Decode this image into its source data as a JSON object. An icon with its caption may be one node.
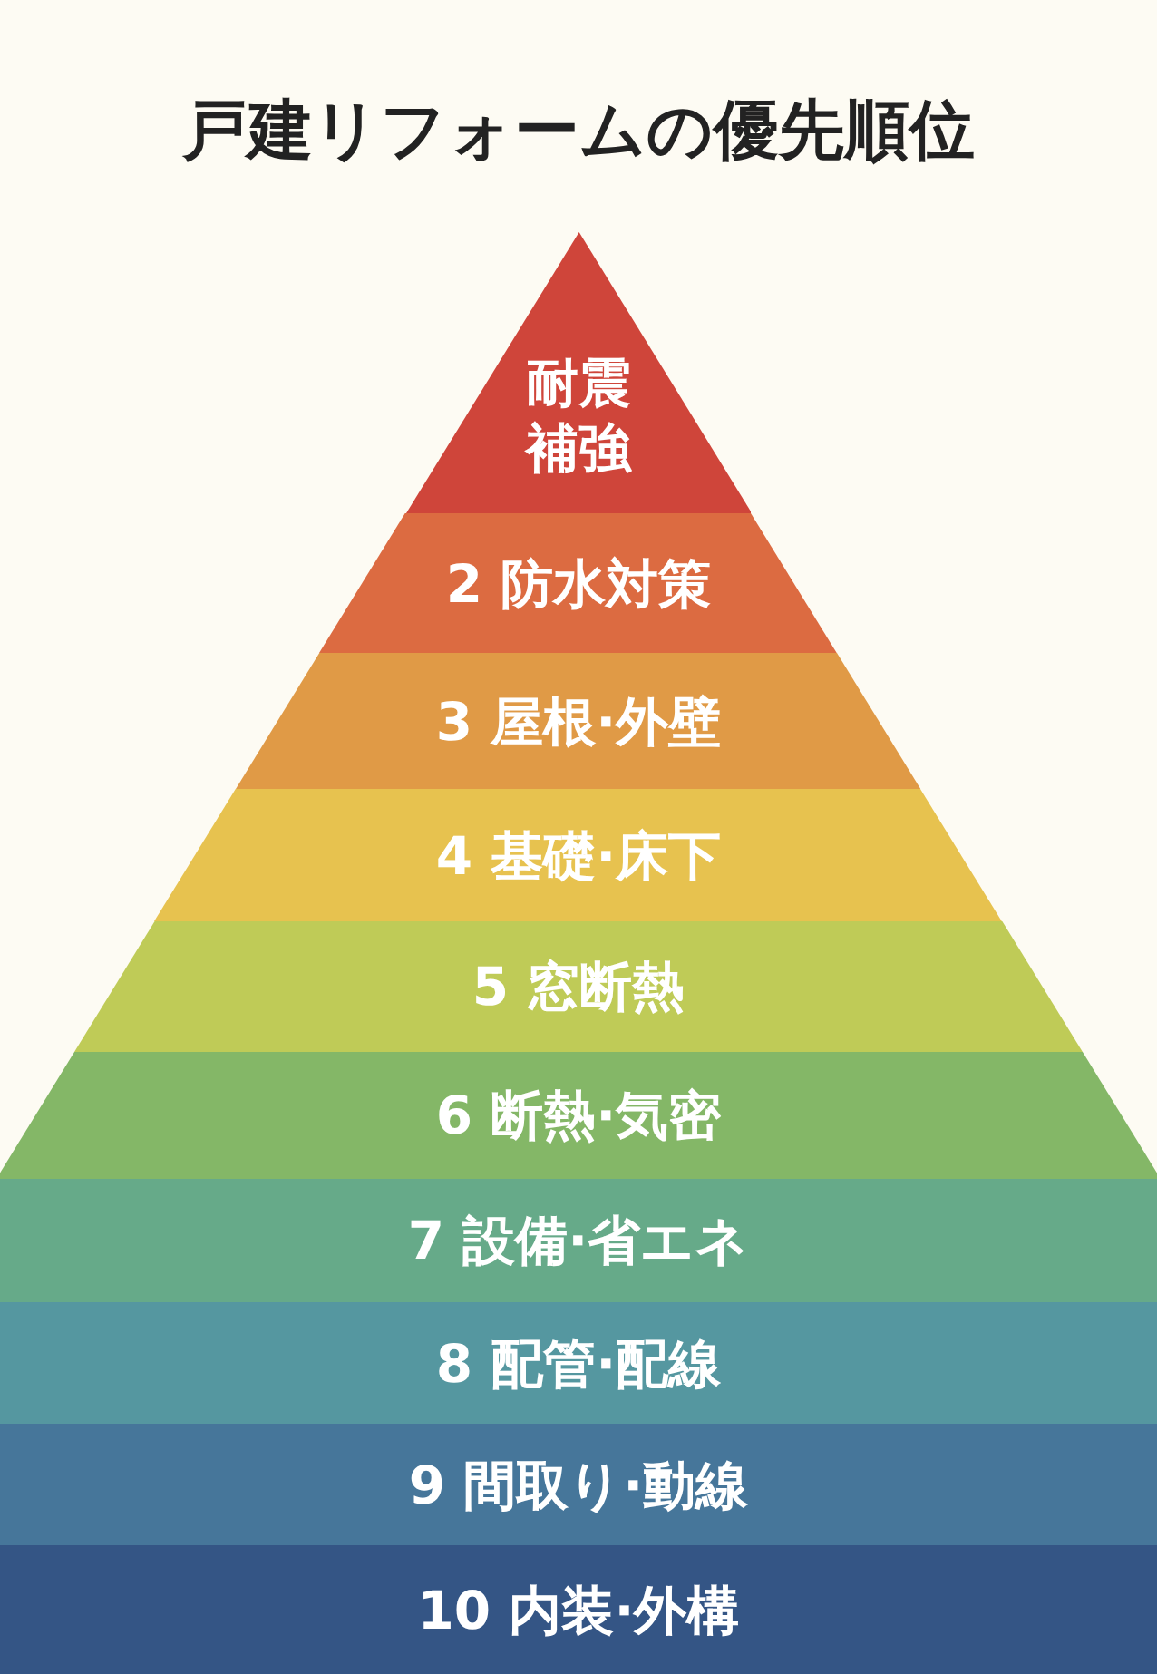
{
  "diagram": {
    "title": "戸建リフォームの優先順位",
    "nodes": [
      {
        "text": [
          "耐震補強"
        ]
      },
      {
        "text": [
          "2 防水対策"
        ]
      },
      {
        "text": [
          "3 屋根·外壁"
        ]
      },
      {
        "text": [
          "4 基礎·床下"
        ]
      },
      {
        "text": [
          "5 窓断熱"
        ]
      },
      {
        "text": [
          "6 断熱·気密"
        ]
      },
      {
        "text": [
          "7 設備·省エネ"
        ]
      },
      {
        "text": [
          "8 配管·配線"
        ]
      },
      {
        "text": [
          "9 間取り·動線"
        ]
      },
      {
        "text": [
          "10 内装·外構"
        ]
      }
    ],
    "edges": []
  }
}
